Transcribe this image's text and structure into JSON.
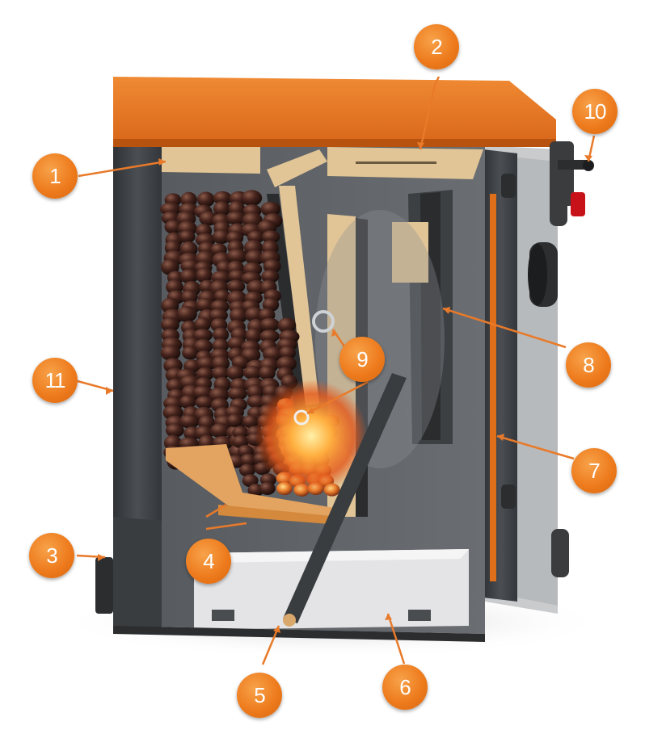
{
  "callouts": [
    {
      "id": "1",
      "label": "1"
    },
    {
      "id": "2",
      "label": "2"
    },
    {
      "id": "3",
      "label": "3"
    },
    {
      "id": "4",
      "label": "4"
    },
    {
      "id": "5",
      "label": "5"
    },
    {
      "id": "6",
      "label": "6"
    },
    {
      "id": "7",
      "label": "7"
    },
    {
      "id": "8",
      "label": "8"
    },
    {
      "id": "9",
      "label": "9"
    },
    {
      "id": "10",
      "label": "10"
    },
    {
      "id": "11",
      "label": "11"
    }
  ],
  "colors": {
    "accent_orange": "#ee7c1e",
    "top_cover": "#e8741f",
    "steel_dark": "#3c3f42",
    "steel_mid": "#5a5e62",
    "insulation": "#e2c596",
    "fuel_coal": "#3a1f1a",
    "fire_glow": "#ffb040",
    "ash_pan": "#e4e4e6",
    "knob_red": "#c8121a"
  },
  "illustration": "boiler-cutaway"
}
